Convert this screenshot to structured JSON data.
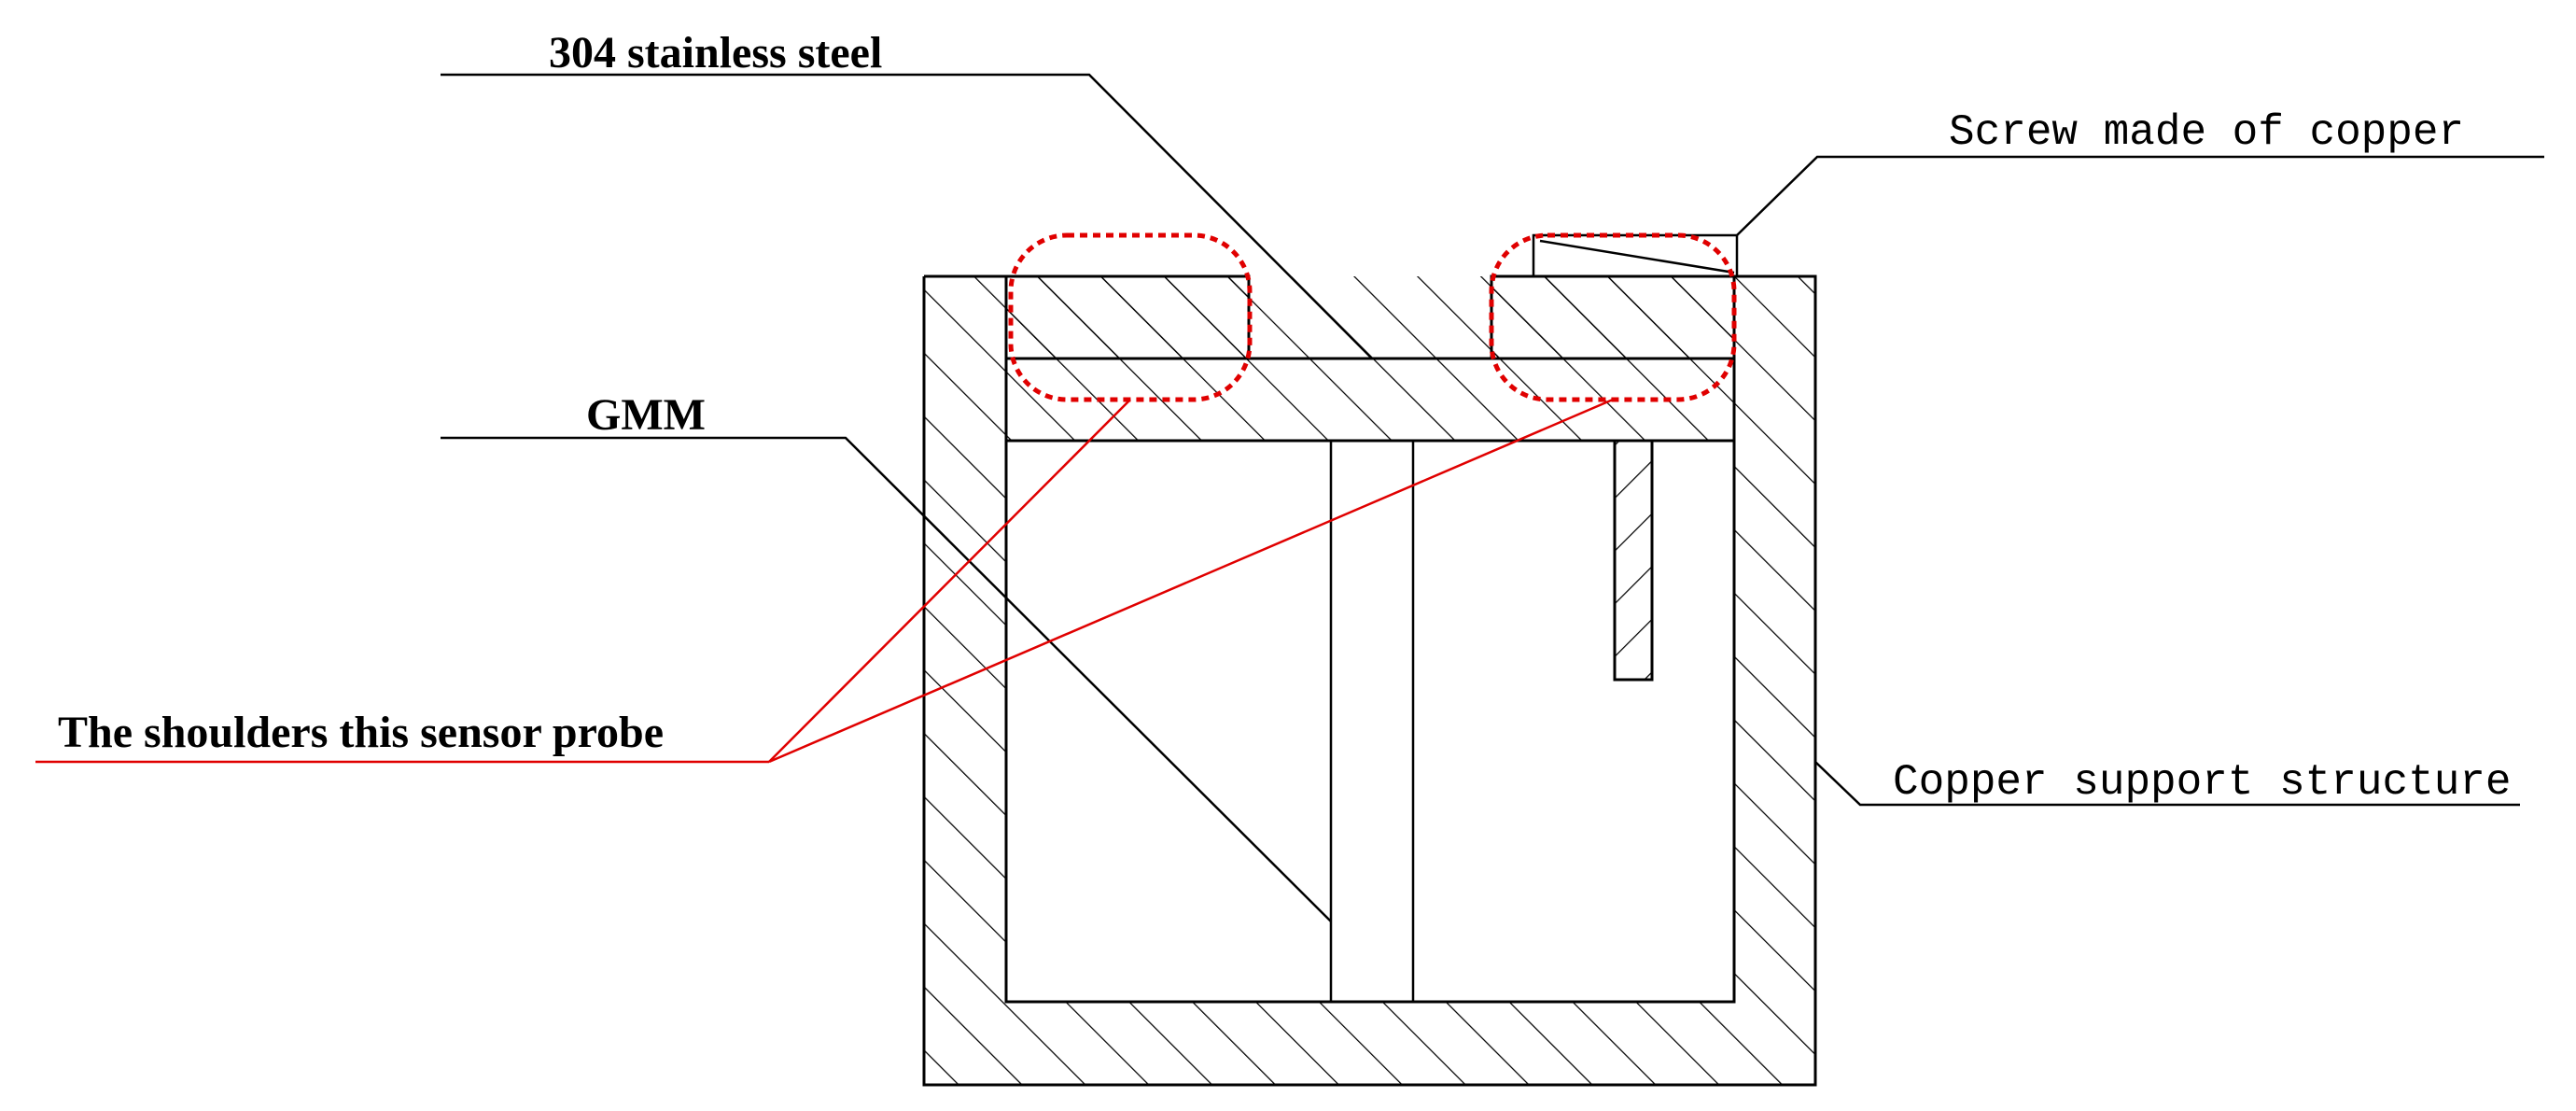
{
  "labels": {
    "steel": "304 stainless steel",
    "screw": "Screw made of copper",
    "gmm": "GMM",
    "shoulders": "The shoulders this sensor probe",
    "support": "Copper support structure"
  },
  "colors": {
    "line": "#000000",
    "callout": "#e00000",
    "background": "#ffffff"
  }
}
